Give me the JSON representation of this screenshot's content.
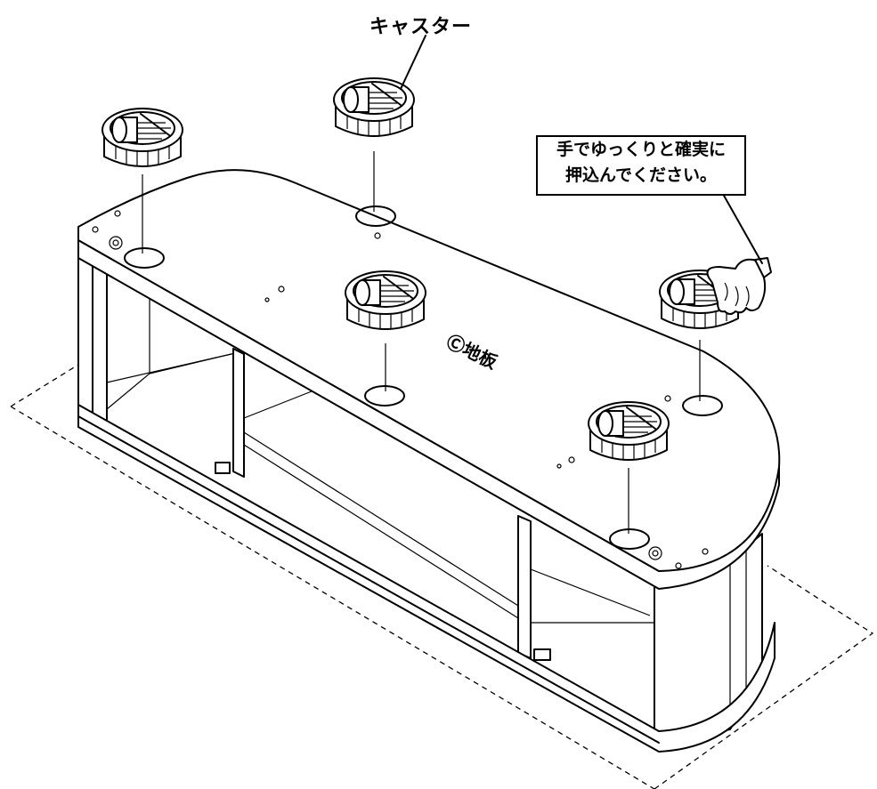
{
  "labels": {
    "caster": "キャスター",
    "part": "Ⓒ地板",
    "instruction_line1": "手でゆっくりと確実に",
    "instruction_line2": "押込んでください。"
  },
  "icons": [
    "caster-icon",
    "pointing-hand-icon"
  ],
  "colors": {
    "line": "#000000",
    "background": "#ffffff"
  }
}
